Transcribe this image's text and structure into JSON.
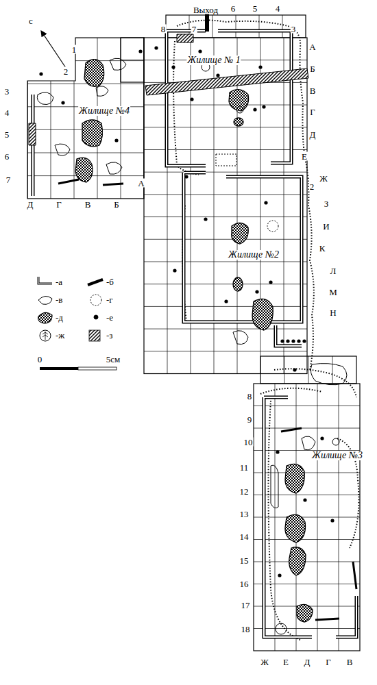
{
  "diagram": {
    "labels": [
      "с",
      "Выход",
      "8",
      "7",
      "6",
      "5",
      "4",
      "3",
      "А",
      "Б",
      "В",
      "Г",
      "Д",
      "Е",
      "Ж",
      "2",
      "З",
      "И",
      "К",
      "Л",
      "М",
      "Н",
      "Жилище № 1",
      "1",
      "2",
      "3",
      "4",
      "5",
      "6",
      "7",
      "Жилище №4",
      "А",
      "Д",
      "Г",
      "В",
      "Б",
      "Жилище №2",
      "8",
      "9",
      "10",
      "11",
      "12",
      "13",
      "14",
      "15",
      "16",
      "17",
      "18",
      "Жилище №3",
      "Ж",
      "Е",
      "Д",
      "Г",
      "В",
      "0",
      "5см"
    ],
    "legend": [
      {
        "text": "-а"
      },
      {
        "text": "-б"
      },
      {
        "text": "-в"
      },
      {
        "text": "-г"
      },
      {
        "text": "-д"
      },
      {
        "text": "-е"
      },
      {
        "text": "-ж"
      },
      {
        "text": "-з"
      }
    ]
  }
}
